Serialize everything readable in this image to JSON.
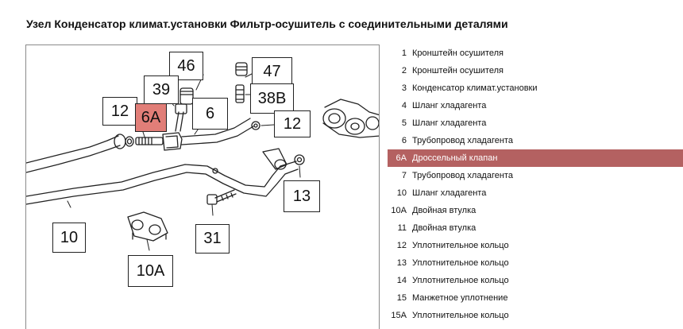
{
  "title": "Узел Конденсатор климат.установки Фильтр-осушитель с соединительными деталями",
  "callouts": [
    "46",
    "47",
    "39",
    "38B",
    "12",
    "6A",
    "6",
    "12",
    "13",
    "10",
    "31",
    "10A"
  ],
  "parts": [
    {
      "num": "1",
      "name": "Кронштейн осушителя"
    },
    {
      "num": "2",
      "name": "Кронштейн осушителя"
    },
    {
      "num": "3",
      "name": "Конденсатор климат.установки"
    },
    {
      "num": "4",
      "name": "Шланг хладагента"
    },
    {
      "num": "5",
      "name": "Шланг хладагента"
    },
    {
      "num": "6",
      "name": "Трубопровод хладагента"
    },
    {
      "num": "6A",
      "name": "Дроссельный клапан"
    },
    {
      "num": "7",
      "name": "Трубопровод хладагента"
    },
    {
      "num": "10",
      "name": "Шланг хладагента"
    },
    {
      "num": "10A",
      "name": "Двойная втулка"
    },
    {
      "num": "11",
      "name": "Двойная втулка"
    },
    {
      "num": "12",
      "name": "Уплотнительное кольцо"
    },
    {
      "num": "13",
      "name": "Уплотнительное кольцо"
    },
    {
      "num": "14",
      "name": "Уплотнительное кольцо"
    },
    {
      "num": "15",
      "name": "Манжетное уплотнение"
    },
    {
      "num": "15A",
      "name": "Уплотнительное кольцо"
    }
  ],
  "selected_part": "6A",
  "colors": {
    "highlight_row": "#b46161",
    "highlight_callout": "#e17e78"
  }
}
